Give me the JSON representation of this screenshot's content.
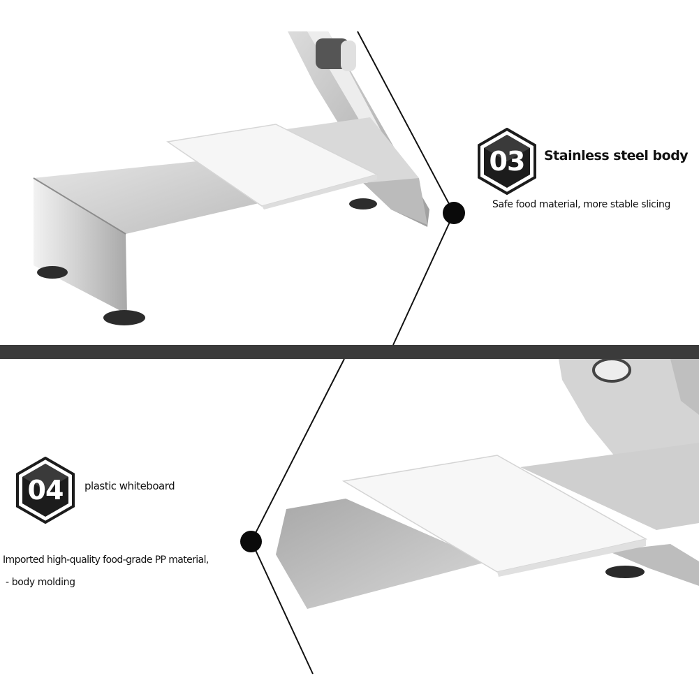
{
  "feature_03": {
    "number": "03",
    "title": "Stainless steel body",
    "description": "Safe food material, more stable slicing"
  },
  "feature_04": {
    "number": "04",
    "title": "plastic whiteboard",
    "description_line1": "Imported high-quality food-grade PP material,",
    "description_line2": "- body molding"
  },
  "colors": {
    "badge_fill": "#1c1c1c",
    "divider": "#3b3b3b",
    "steel": "#c9c9c9",
    "board": "#f4f4f4"
  }
}
